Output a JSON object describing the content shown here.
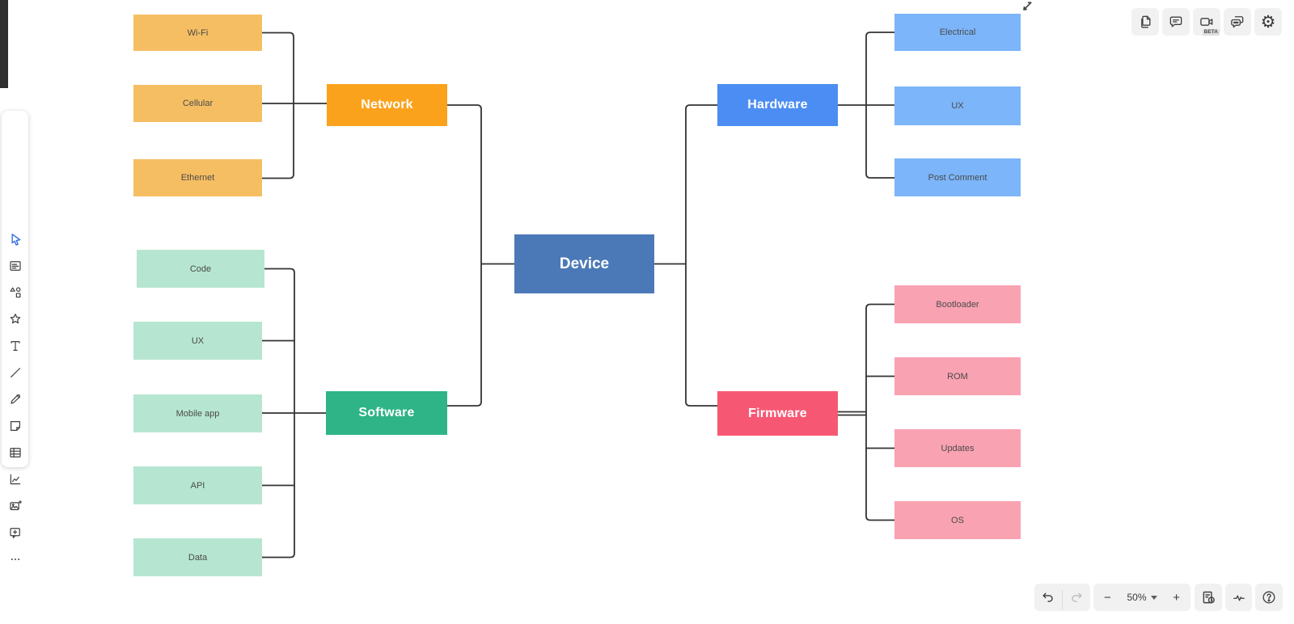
{
  "diagram": {
    "type": "mind_map",
    "root": "Device",
    "branches": [
      {
        "label": "Network",
        "color": "#fba21c",
        "children_color": "#f6be63",
        "children": [
          "Wi-Fi",
          "Cellular",
          "Ethernet"
        ]
      },
      {
        "label": "Software",
        "color": "#2eb486",
        "children_color": "#b6e6d1",
        "children": [
          "Code",
          "UX",
          "Mobile app",
          "API",
          "Data"
        ]
      },
      {
        "label": "Hardware",
        "color": "#4b8df2",
        "children_color": "#7cb5f9",
        "children": [
          "Electrical",
          "UX",
          "Post Comment"
        ]
      },
      {
        "label": "Firmware",
        "color": "#f65873",
        "children_color": "#f9a2b2",
        "children": [
          "Bootloader",
          "ROM",
          "Updates",
          "OS"
        ]
      }
    ],
    "nodes": {
      "device": "Device",
      "network": "Network",
      "wifi": "Wi-Fi",
      "cellular": "Cellular",
      "ethernet": "Ethernet",
      "software": "Software",
      "code": "Code",
      "ux_sw": "UX",
      "mobile_app": "Mobile app",
      "api": "API",
      "data": "Data",
      "hardware": "Hardware",
      "electrical": "Electrical",
      "ux_hw": "UX",
      "post_comment": "Post Comment",
      "firmware": "Firmware",
      "bootloader": "Bootloader",
      "rom": "ROM",
      "updates": "Updates",
      "os": "OS"
    },
    "connector_color": "#333333",
    "root_color": "#4b79b8"
  },
  "left_toolbar": {
    "tools": [
      {
        "name": "select",
        "icon": "cursor-icon",
        "selected": true
      },
      {
        "name": "notes",
        "icon": "note-panel-icon"
      },
      {
        "name": "shapes",
        "icon": "shapes-icon"
      },
      {
        "name": "favorites",
        "icon": "star-icon"
      },
      {
        "name": "text",
        "icon": "text-icon"
      },
      {
        "name": "line",
        "icon": "line-icon"
      },
      {
        "name": "pen",
        "icon": "pencil-icon"
      },
      {
        "name": "sticky-note",
        "icon": "sticky-note-icon"
      },
      {
        "name": "table",
        "icon": "table-icon"
      },
      {
        "name": "chart",
        "icon": "chart-icon"
      },
      {
        "name": "insert-image",
        "icon": "image-plus-icon"
      },
      {
        "name": "frame",
        "icon": "frame-plus-icon"
      },
      {
        "name": "more",
        "icon": "ellipsis-icon"
      }
    ],
    "selected_color": "#2e6ce0"
  },
  "top_right_toolbar": {
    "buttons": [
      {
        "name": "pages",
        "icon": "pages-icon"
      },
      {
        "name": "comment",
        "icon": "comment-icon"
      },
      {
        "name": "video",
        "icon": "video-camera-icon",
        "badge": "BETA"
      },
      {
        "name": "chat",
        "icon": "chat-bubbles-icon"
      },
      {
        "name": "settings",
        "icon": "gear-icon",
        "glyph": "⚙"
      }
    ]
  },
  "bottom_right_toolbar": {
    "zoom": {
      "minus_label": "−",
      "level": "50%",
      "plus_label": "+"
    },
    "buttons": [
      "undo",
      "redo",
      "version-history",
      "activity",
      "help"
    ]
  }
}
